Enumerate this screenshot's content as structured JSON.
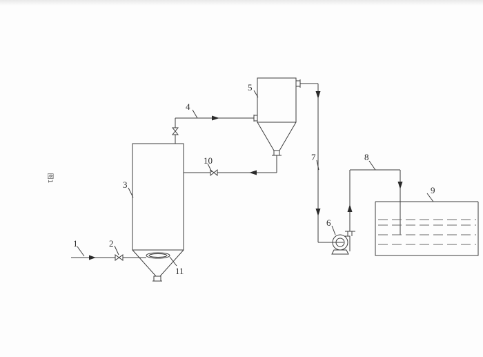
{
  "figure_label": "图1",
  "labels": {
    "n1": "1",
    "n2": "2",
    "n3": "3",
    "n4": "4",
    "n5": "5",
    "n6": "6",
    "n7": "7",
    "n8": "8",
    "n9": "9",
    "n10": "10",
    "n11": "11"
  },
  "colors": {
    "line": "#3c3c3c",
    "paper": "#fdfdfd"
  }
}
